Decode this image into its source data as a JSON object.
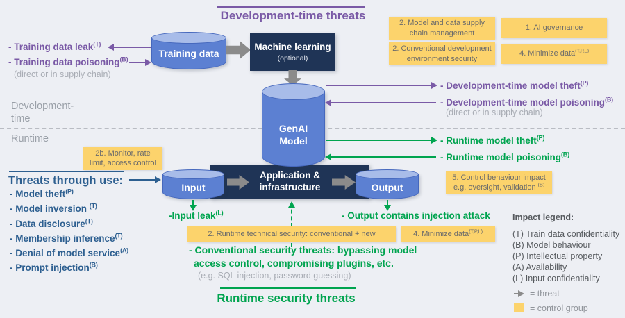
{
  "colors": {
    "background": "#edeff4",
    "purple": "#7a5aa6",
    "green": "#00a44f",
    "blue": "#2d5f90",
    "navy": "#1f3456",
    "yellow": "#fcd36c",
    "cylinder_blue": "#5c80d2",
    "cylinder_top": "#a8bce9",
    "gray_note": "#a8acb4"
  },
  "headers": {
    "dev_time_threats": "Development-time threats",
    "runtime_security_threats": "Runtime security threats"
  },
  "phase": {
    "dev_l1": "Development-",
    "dev_l2": "time",
    "runtime": "Runtime"
  },
  "nodes": {
    "training_data": "Training data",
    "machine_learning": "Machine learning",
    "ml_optional": "(optional)",
    "genai_l1": "GenAI",
    "genai_l2": "Model",
    "input": "Input",
    "app_l1": "Application &",
    "app_l2": "infrastructure",
    "output": "Output"
  },
  "dev_threats_left": {
    "leak": {
      "text": "- Training data leak",
      "sup": "(T)"
    },
    "poisoning": {
      "text": "- Training data poisoning",
      "sup": "(B)"
    },
    "note": "(direct or in supply chain)"
  },
  "dev_threats_right": {
    "theft": {
      "text": "- Development-time model theft",
      "sup": "(P)"
    },
    "poisoning": {
      "text": "- Development-time model poisoning",
      "sup": "(B)"
    },
    "note": "(direct or in supply chain)"
  },
  "runtime_threats_right": {
    "theft": {
      "text": "- Runtime model theft",
      "sup": "(P)"
    },
    "poisoning": {
      "text": "- Runtime model poisoning",
      "sup": "(B)"
    }
  },
  "threats_through_use": {
    "title": "Threats through use:",
    "items": [
      {
        "text": "- Model theft",
        "sup": "(P)"
      },
      {
        "text": "- Model inversion ",
        "sup": "(T)"
      },
      {
        "text": "- Data disclosure",
        "sup": "(T)"
      },
      {
        "text": "- Membership inference",
        "sup": "(T)"
      },
      {
        "text": "- Denial of model service",
        "sup": "(A)"
      },
      {
        "text": "- Prompt injection",
        "sup": "(B)"
      }
    ]
  },
  "runtime_annotations": {
    "input_leak": {
      "text": "-Input leak",
      "sup": "(L)"
    },
    "output_attack": "- Output contains injection attack",
    "conventional_l1": "- Conventional security threats: bypassing model",
    "conventional_l2": "access control, compromising plugins, etc.",
    "conventional_note": "(e.g. SQL injection, password guessing)"
  },
  "controls": {
    "supply_chain": "2. Model and data supply chain management",
    "governance": "1. AI governance",
    "dev_env": "2. Conventional development environment security",
    "minimize_dev": {
      "text": "4. Minimize data",
      "sup": "(T,P,L)"
    },
    "monitor": "2b. Monitor, rate limit, access control",
    "runtime_security": "2. Runtime technical security: conventional + new",
    "minimize_runtime": {
      "text": "4. Minimize data",
      "sup": "(T,P,L)"
    },
    "behaviour_l1": "5. Control behaviour impact",
    "behaviour_l2": {
      "text": "e.g. oversight, validation ",
      "sup": "(B)"
    }
  },
  "legend": {
    "title": "Impact legend:",
    "items": [
      "(T) Train data confidentiality",
      "(B) Model behaviour",
      "(P) Intellectual property",
      "(A) Availability",
      "(L) Input confidentiality"
    ],
    "threat": "= threat",
    "control_group": "= control group"
  }
}
